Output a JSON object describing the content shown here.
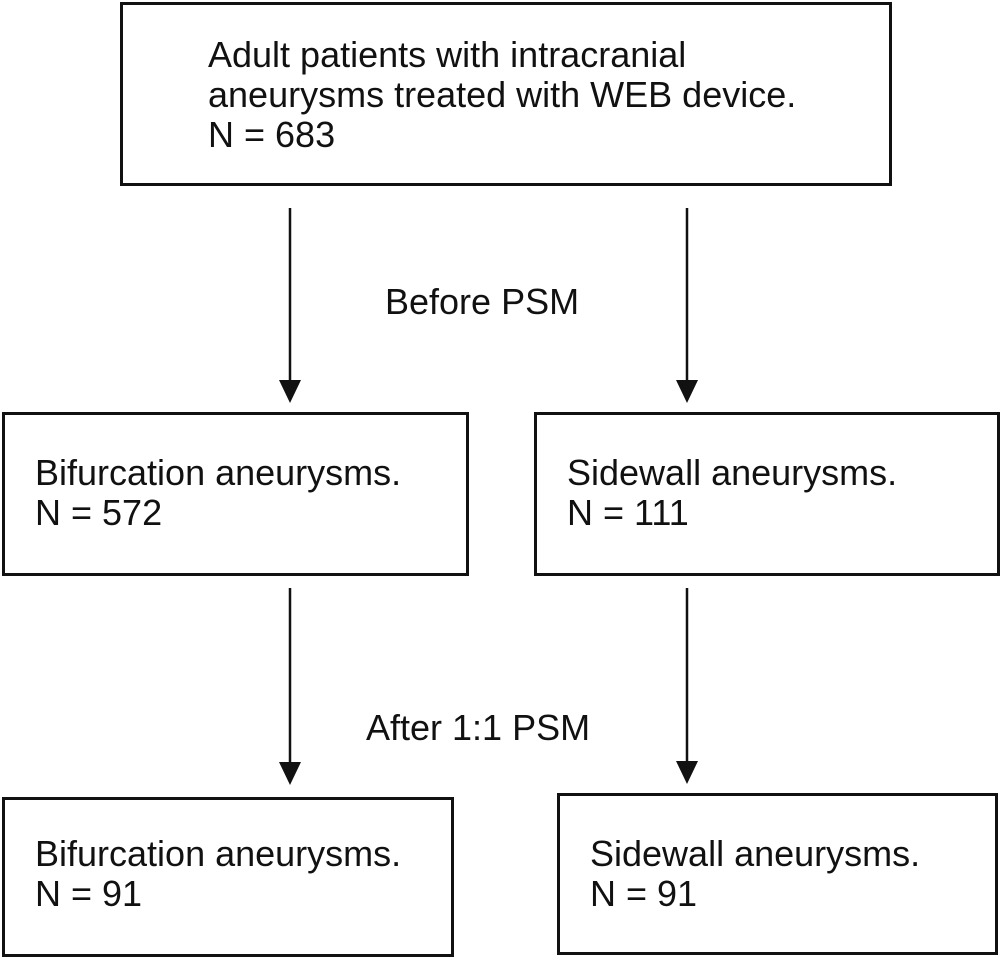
{
  "top_box": {
    "line1": "Adult patients with intracranial",
    "line2": "aneurysms treated with WEB device.",
    "line3": "N = 683"
  },
  "stage1_label": "Before PSM",
  "stage2_label": "After 1:1 PSM",
  "before_left": {
    "title": "Bifurcation aneurysms.",
    "n": "N = 572"
  },
  "before_right": {
    "title": "Sidewall aneurysms.",
    "n": "N = 111"
  },
  "after_left": {
    "title": "Bifurcation aneurysms.",
    "n": "N = 91"
  },
  "after_right": {
    "title": "Sidewall aneurysms.",
    "n": "N = 91"
  }
}
